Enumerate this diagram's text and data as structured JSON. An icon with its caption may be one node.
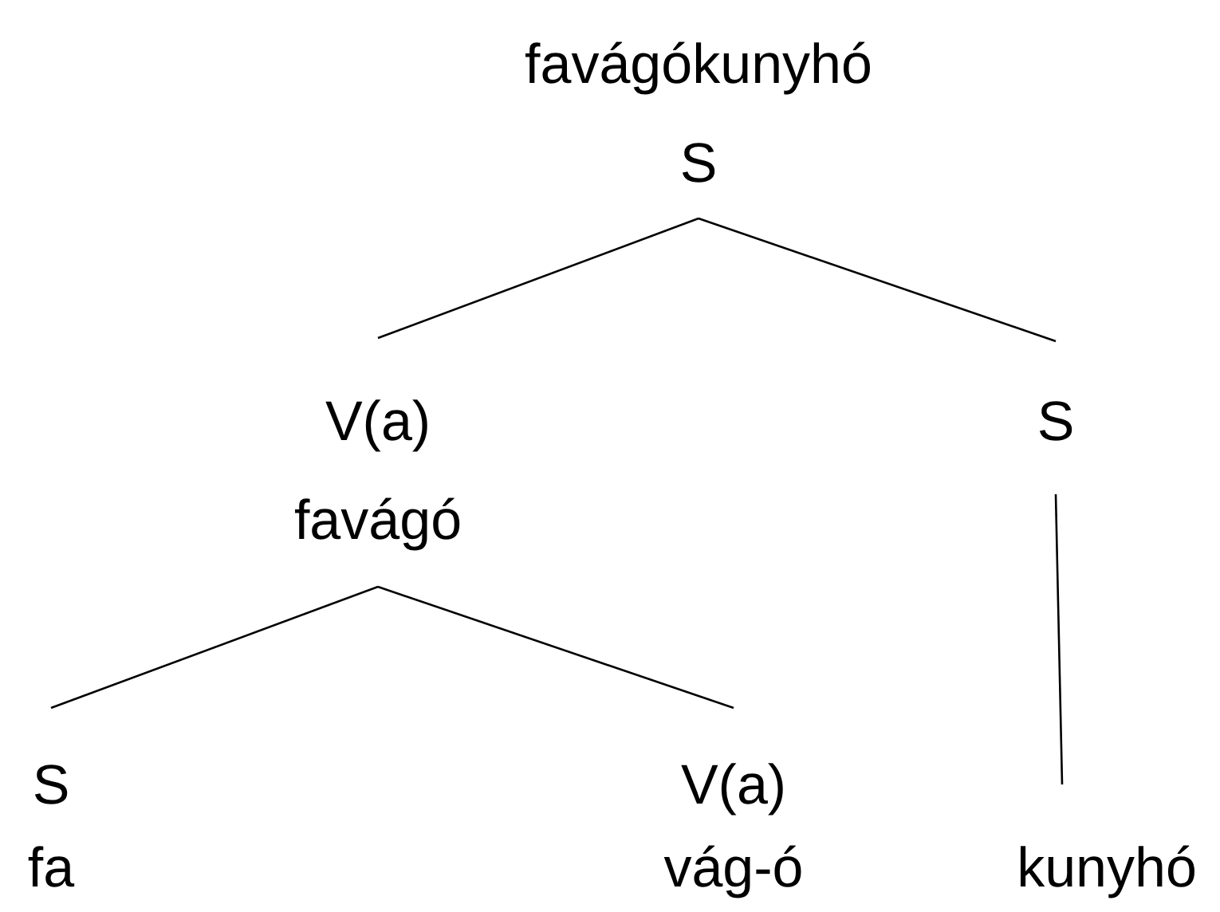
{
  "diagram": {
    "nodes": [
      {
        "text": [
          "favágókunyhó",
          "S"
        ]
      },
      {
        "text": [
          "V(a)",
          "favágó"
        ]
      },
      {
        "text": [
          "S"
        ]
      },
      {
        "text": [
          "S",
          "fa"
        ]
      },
      {
        "text": [
          "V(a)",
          "vág-ó"
        ]
      },
      {
        "text": [
          "kunyhó"
        ]
      }
    ],
    "edges": [
      {
        "from": 0,
        "to": 1,
        "arrow": "none"
      },
      {
        "from": 0,
        "to": 2,
        "arrow": "none"
      },
      {
        "from": 1,
        "to": 3,
        "arrow": "none"
      },
      {
        "from": 1,
        "to": 4,
        "arrow": "none"
      },
      {
        "from": 2,
        "to": 5,
        "arrow": "none"
      }
    ]
  }
}
